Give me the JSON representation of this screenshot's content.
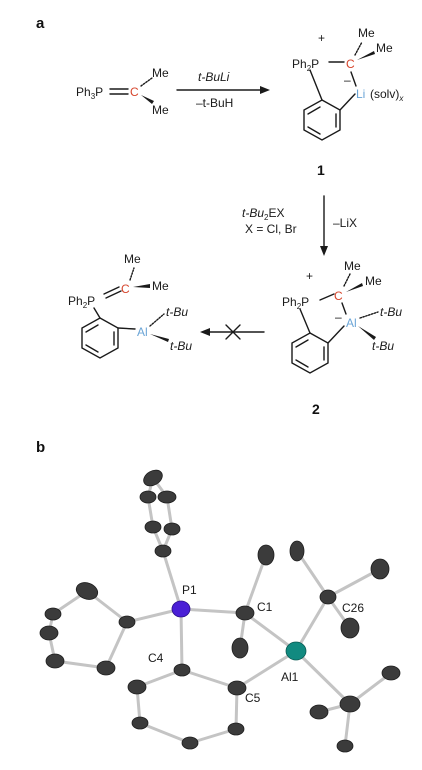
{
  "panels": {
    "a": "a",
    "b": "b"
  },
  "scheme": {
    "reactant": {
      "ph3p": "Ph",
      "ph3p_sub": "3",
      "p": "P",
      "c": "C",
      "me_top": "Me",
      "me_bottom": "Me"
    },
    "step1": {
      "reagent_above": "t-BuLi",
      "reagent_below": "–t-BuH"
    },
    "compound1": {
      "number": "1",
      "plus": "+",
      "minus": "–",
      "ph2p": "Ph",
      "ph2p_sub": "2",
      "p": "P",
      "c": "C",
      "me1": "Me",
      "me2": "Me",
      "li": "Li",
      "solv": "(solv)",
      "solv_sub": "x"
    },
    "step2": {
      "reagent_left_1": "t-Bu",
      "reagent_left_1_sub": "2",
      "reagent_left_1_tail": "EX",
      "reagent_left_2": "X = Cl, Br",
      "reagent_right": "–LiX"
    },
    "compound2": {
      "number": "2",
      "plus": "+",
      "minus": "–",
      "ph2p": "Ph",
      "ph2p_sub": "2",
      "p": "P",
      "c": "C",
      "me1": "Me",
      "me2": "Me",
      "al": "Al",
      "tbu1": "t-Bu",
      "tbu2": "t-Bu"
    },
    "ylide_product": {
      "ph2p": "Ph",
      "ph2p_sub": "2",
      "p": "P",
      "c": "C",
      "me1": "Me",
      "me2": "Me",
      "al": "Al",
      "tbu1": "t-Bu",
      "tbu2": "t-Bu"
    }
  },
  "structure": {
    "atom_labels": {
      "p1": "P1",
      "c1": "C1",
      "c26": "C26",
      "c4": "C4",
      "al1": "Al1",
      "c5": "C5"
    },
    "colors": {
      "p": "#4a1fd6",
      "al": "#118a80",
      "ellipsoid": "#3b3b3b",
      "bond": "#c4c4c4"
    }
  }
}
